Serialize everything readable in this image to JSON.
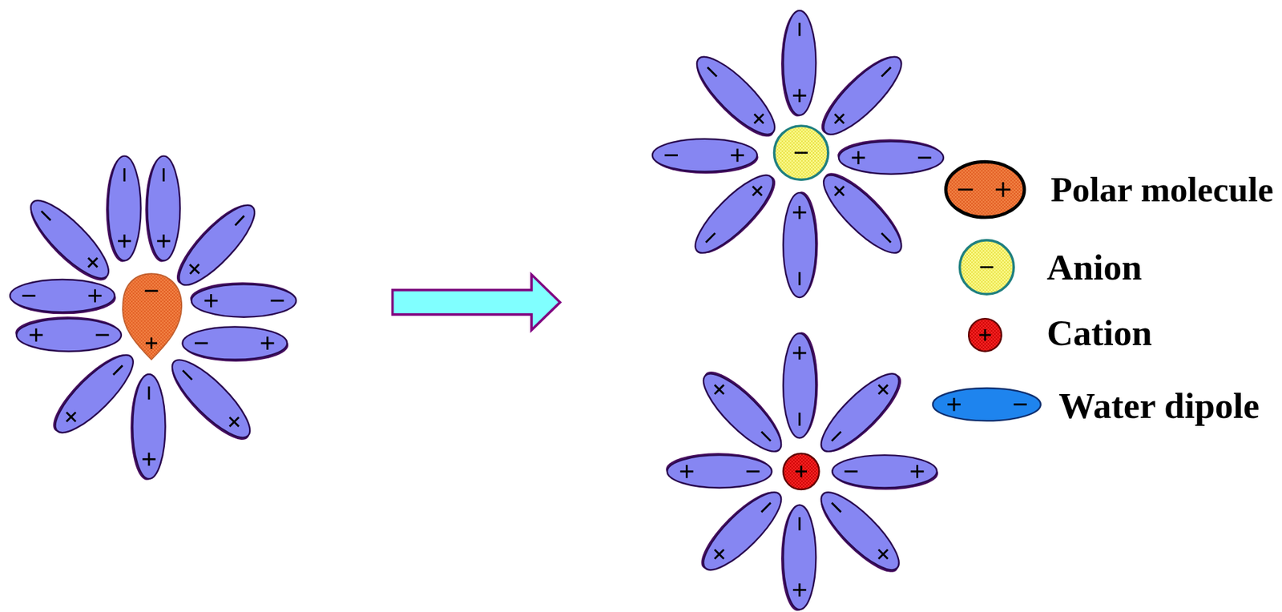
{
  "diagram": {
    "legend": [
      {
        "text": "Polar molecule"
      },
      {
        "text": "Anion"
      },
      {
        "text": "Cation"
      },
      {
        "text": "Water dipole"
      }
    ]
  }
}
